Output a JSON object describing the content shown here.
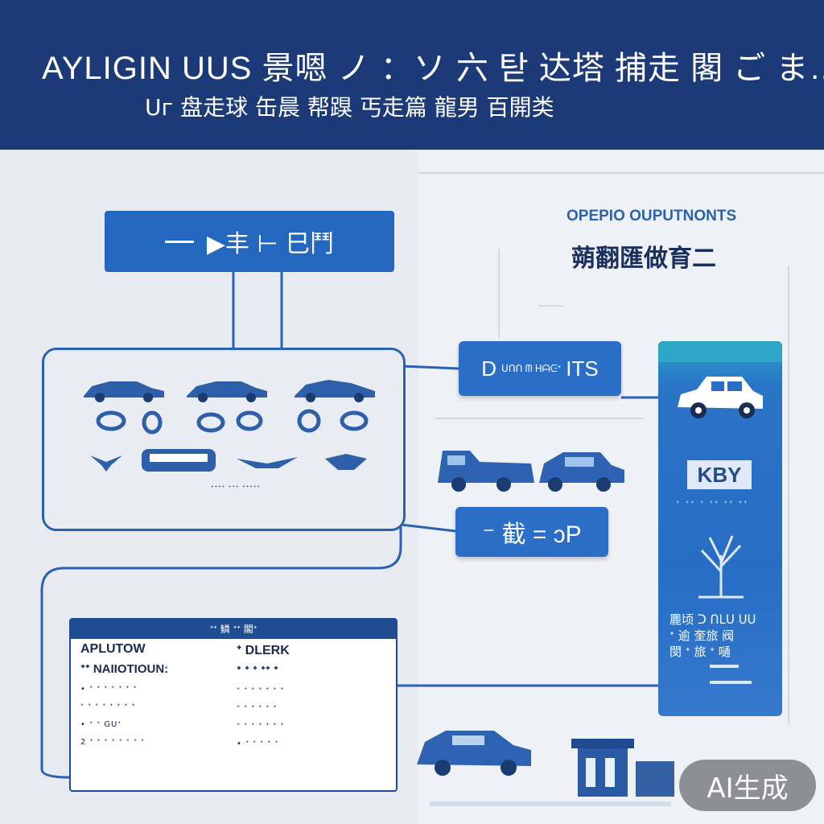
{
  "header": {
    "title_line1": "AYLIGIN  UUS 景嗯 ノ ：ソ 六 탇 达塔  捕走 閣 ご ま…",
    "title_line2": "Uг 盘走球 缶晨 帮䠐 丐走篇 ⿓男 百開类"
  },
  "top_box": {
    "label": "▶丰  ⊢  巳鬥"
  },
  "panel": {
    "title": "OPEPIO OUPUTNONTS",
    "subtitle": "蒴翻匯做育二"
  },
  "vehicles_caption": "ᐩᐩᐩᐩ ᐩᐩᐩ ᐩᐩᐩᐩᐩ",
  "pill_top": {
    "left": "D",
    "middle": "ᑌᑎᑎ ᗰ ᕼᗩᕮᐩ",
    "right": "ITS"
  },
  "pill_bottom": {
    "label": "⁻  截   = ɔP"
  },
  "right_card": {
    "label": "KBY",
    "small": "ᐩ ᐩᐩ ᐩ ᐩᐩ ᐩᐩ ᐩᐩ",
    "text_lines": [
      "䍡顷 ᑐ ᑎᒪᑌ ᑌᑌ",
      "ᐩ 逾 奎旅 阀",
      "閔 ᐩ 旅 ᐩ 嗵"
    ]
  },
  "info_card": {
    "header": "ᐩᐩ 鳞 ᐩᐩ 閣ᐩ",
    "left": {
      "title": "APLUTOW",
      "subtitle": "ᐩᐩ NAIIOTIOUN:",
      "rows": [
        "• ᐩ ᐩ ᐩ ᐩ ᐩ ᐩ ᐩ",
        "ᐩ ᐩ ᐩ ᐩ ᐩ ᐩ ᐩ ᐩ",
        "• ᐩ ᐩ GUᐩ",
        "2 ᐩ ᐩ ᐩ ᐩ ᐩ ᐩ ᐩ ᐩ"
      ]
    },
    "right": {
      "title": "ᐩ DLERK",
      "subtitle": "ᐩ ᐩ ᐩ ᐩᐩ ᐩ",
      "rows": [
        "ᐩ ᐩ ᐩ ᐩ ᐩ ᐩ ᐩ",
        "ᐩ ᐩ ᐩ ᐩ ᐩ ᐩ",
        "ᐩ ᐩ ᐩ ᐩ ᐩ ᐩ ᐩ",
        "• ᐩ ᐩ ᐩ ᐩ ᐩ"
      ]
    }
  },
  "badge": "AI生成",
  "colors": {
    "header_bg": "#1d3a78",
    "accent": "#2b6ec8",
    "line": "#2a62b3",
    "text_dark": "#1a2f5d"
  }
}
